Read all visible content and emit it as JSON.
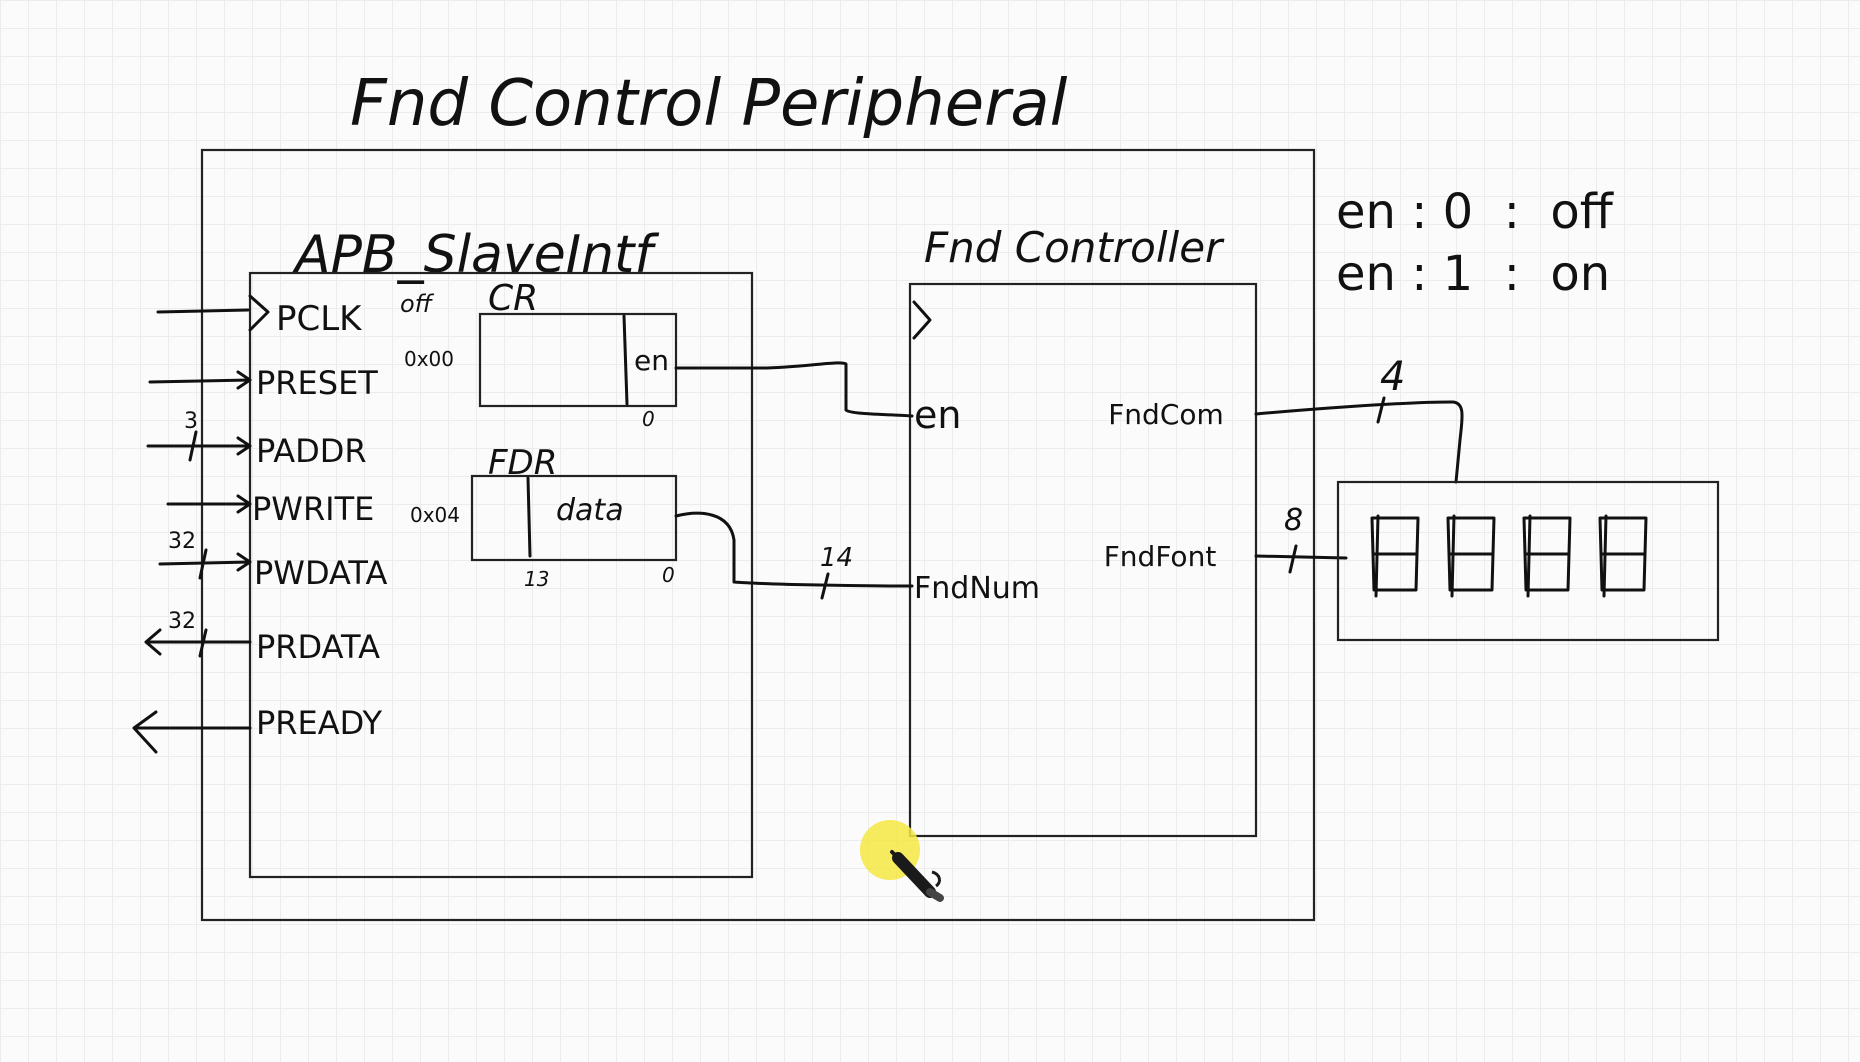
{
  "diagram": {
    "title": "Fnd Control Peripheral",
    "legend": {
      "line1": "en : 0  :  off",
      "line2": "en : 1  :  on"
    },
    "apb": {
      "title": "APB_SlaveIntf",
      "signals": {
        "pclk": "PCLK",
        "preset": "PRESET",
        "paddr": "PADDR",
        "pwrite": "PWRITE",
        "pwdata": "PWDATA",
        "prdata": "PRDATA",
        "pready": "PREADY"
      },
      "bus_widths": {
        "paddr": "3",
        "pwdata": "32",
        "prdata": "32"
      },
      "cr": {
        "name": "CR",
        "offset": "0x00",
        "note": "off",
        "field": "en",
        "bit": "0"
      },
      "fdr": {
        "name": "FDR",
        "offset": "0x04",
        "field": "data",
        "msb": "13",
        "lsb": "0"
      }
    },
    "controller": {
      "title": "Fnd Controller",
      "ports": {
        "en": "en",
        "fndnum": "FndNum",
        "fndcom": "FndCom",
        "fndfont": "FndFont"
      },
      "widths": {
        "fndnum": "14",
        "fndcom": "4",
        "fndfont": "8"
      }
    },
    "display": {
      "digits": 4
    },
    "tool": {
      "icon": "pen-cursor-icon",
      "highlight_color": "#f5e642"
    }
  }
}
